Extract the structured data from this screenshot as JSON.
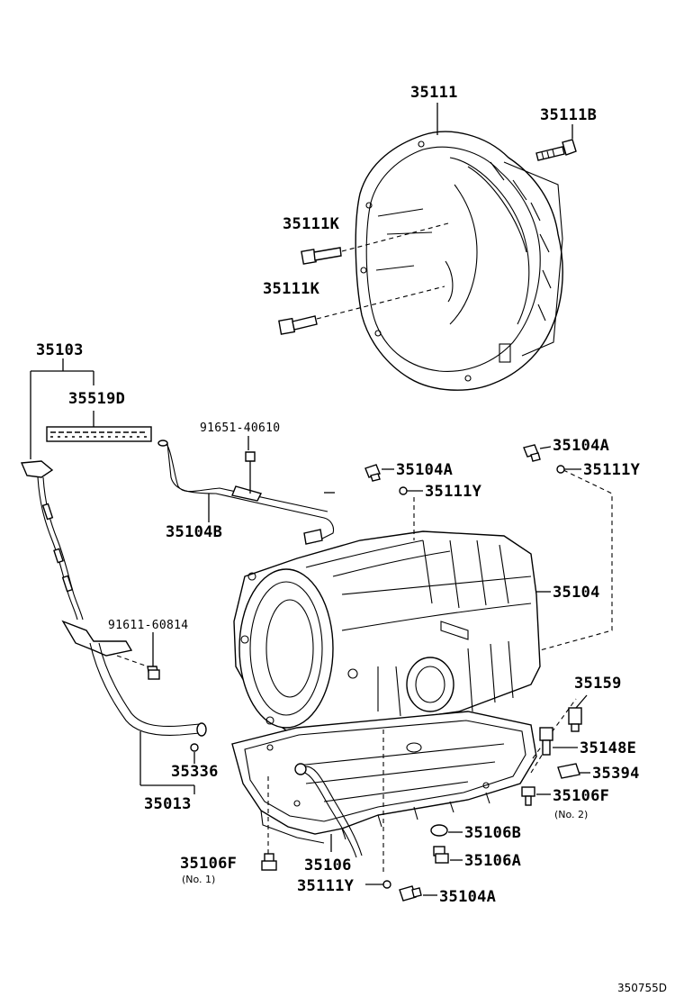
{
  "diagram": {
    "labels": {
      "p35111": "35111",
      "p35111B": "35111B",
      "p35111K_a": "35111K",
      "p35111K_b": "35111K",
      "p35103": "35103",
      "p35519D": "35519D",
      "p91651": "91651-40610",
      "p35104B": "35104B",
      "p35104A_a": "35104A",
      "p35104A_b": "35104A",
      "p35111Y_a": "35111Y",
      "p35111Y_b": "35111Y",
      "p35104": "35104",
      "p91611": "91611-60814",
      "p35159": "35159",
      "p35148E": "35148E",
      "p35336": "35336",
      "p35394": "35394",
      "p35013": "35013",
      "p35106F_b": "35106F",
      "p35106F_b_note": "(No. 2)",
      "p35106B": "35106B",
      "p35106F_a": "35106F",
      "p35106F_a_note": "(No. 1)",
      "p35106": "35106",
      "p35106A": "35106A",
      "p35111Y_c": "35111Y",
      "p35104A_c": "35104A"
    },
    "figure_code": "350755D"
  }
}
